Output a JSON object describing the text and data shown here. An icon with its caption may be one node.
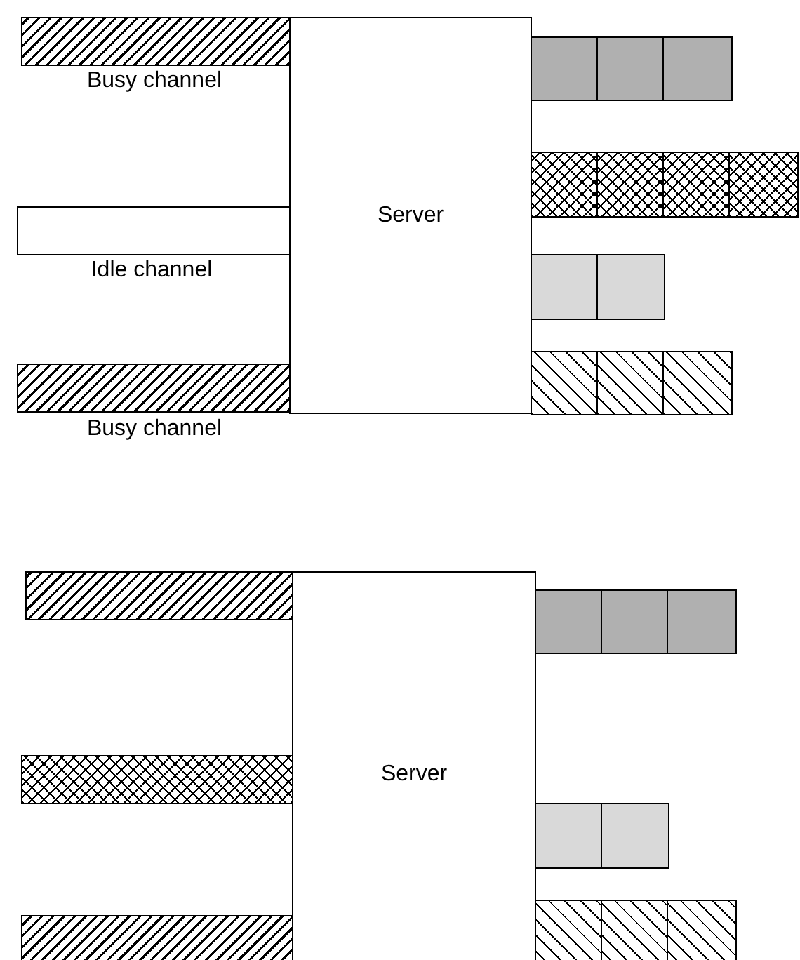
{
  "diagram": {
    "nodes": [
      {
        "text": [],
        "shape": "bar",
        "beside": [
          "Busy channel"
        ]
      },
      {
        "text": [
          "Server"
        ]
      },
      {
        "text": [],
        "shape": "bar",
        "beside": [
          "Idle channel"
        ]
      },
      {
        "text": [],
        "shape": "bar",
        "beside": [
          "Busy channel"
        ]
      },
      {
        "text": [],
        "shape": "box"
      },
      {
        "text": [],
        "shape": "box"
      },
      {
        "text": [],
        "shape": "box"
      },
      {
        "text": [],
        "shape": "box"
      },
      {
        "text": [],
        "shape": "box"
      },
      {
        "text": [],
        "shape": "box"
      },
      {
        "text": [],
        "shape": "box"
      },
      {
        "text": [],
        "shape": "box"
      },
      {
        "text": [],
        "shape": "box"
      },
      {
        "text": [],
        "shape": "box"
      },
      {
        "text": [],
        "shape": "box"
      },
      {
        "text": [],
        "shape": "box"
      },
      {
        "text": [],
        "shape": "bar"
      },
      {
        "text": [
          "Server"
        ]
      },
      {
        "text": [],
        "shape": "bar"
      },
      {
        "text": [],
        "shape": "bar"
      },
      {
        "text": [],
        "shape": "box"
      },
      {
        "text": [],
        "shape": "box"
      },
      {
        "text": [],
        "shape": "box"
      },
      {
        "text": [],
        "shape": "box"
      },
      {
        "text": [],
        "shape": "box"
      },
      {
        "text": [],
        "shape": "box"
      },
      {
        "text": [],
        "shape": "box"
      },
      {
        "text": [],
        "shape": "box"
      }
    ]
  }
}
